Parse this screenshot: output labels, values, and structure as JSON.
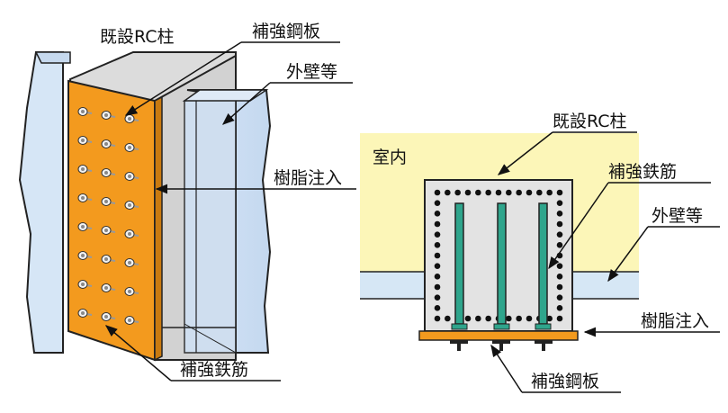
{
  "colors": {
    "steel_plate": "#f39a1e",
    "column": "#e2e2e2",
    "wall": "#d4e4f5",
    "indoor": "#fcf6b8",
    "rebar": "#2fa58c"
  },
  "left": {
    "column_label": "既設RC柱",
    "steel_plate_label": "補強鋼板",
    "wall_label": "外壁等",
    "resin_label": "樹脂注入",
    "rebar_label": "補強鉄筋"
  },
  "right": {
    "indoor_label": "室内",
    "column_label": "既設RC柱",
    "rebar_label": "補強鉄筋",
    "wall_label": "外壁等",
    "resin_label": "樹脂注入",
    "steel_plate_label": "補強鋼板"
  }
}
